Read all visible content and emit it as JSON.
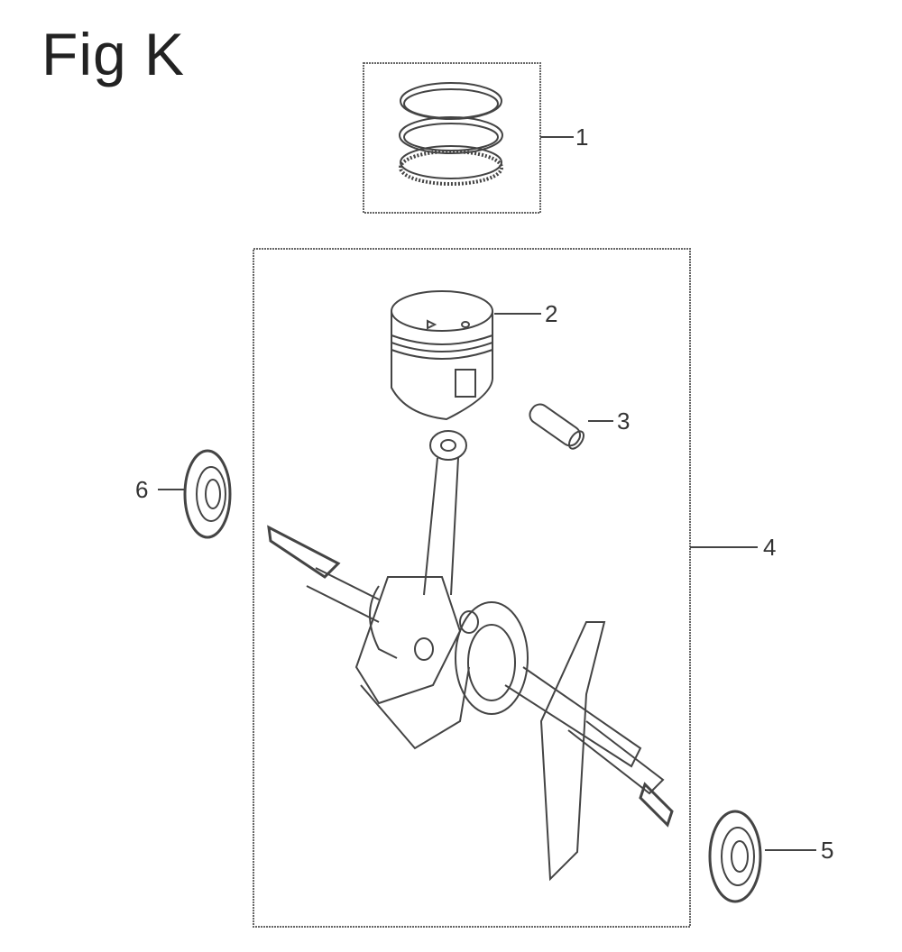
{
  "figure": {
    "title": "Fig K",
    "callouts": [
      {
        "id": "1",
        "part": "piston-ring-set"
      },
      {
        "id": "2",
        "part": "piston"
      },
      {
        "id": "3",
        "part": "piston-pin"
      },
      {
        "id": "4",
        "part": "crankshaft-assembly"
      },
      {
        "id": "5",
        "part": "oil-seal-right"
      },
      {
        "id": "6",
        "part": "oil-seal-left"
      }
    ]
  }
}
